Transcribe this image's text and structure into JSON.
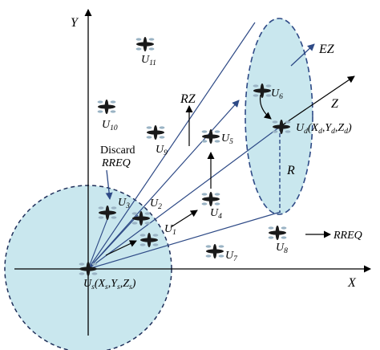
{
  "axes": {
    "x_label": "X",
    "y_label": "Y"
  },
  "source": {
    "name": "U",
    "sub": "s",
    "coords": "(X",
    "coord_subs": [
      "s",
      "s",
      "s"
    ]
  },
  "destination": {
    "name": "U",
    "sub": "d",
    "coord_subs": [
      "d",
      "d",
      "d"
    ]
  },
  "zones": {
    "expected_zone": "EZ",
    "request_zone": "RZ",
    "radius": "R",
    "z_axis": "Z"
  },
  "discard": {
    "line1": "Discard",
    "line2": "RREQ"
  },
  "rreq_arrow_label": "RREQ",
  "nodes": [
    {
      "name": "U",
      "sub": "1"
    },
    {
      "name": "U",
      "sub": "2"
    },
    {
      "name": "U",
      "sub": "3"
    },
    {
      "name": "U",
      "sub": "4"
    },
    {
      "name": "U",
      "sub": "5"
    },
    {
      "name": "U",
      "sub": "6"
    },
    {
      "name": "U",
      "sub": "7"
    },
    {
      "name": "U",
      "sub": "8"
    },
    {
      "name": "U",
      "sub": "9"
    },
    {
      "name": "U",
      "sub": "10"
    },
    {
      "name": "U",
      "sub": "11"
    }
  ],
  "colors": {
    "zone_fill": "#c9e7ee",
    "zone_stroke": "#2e4a86",
    "line": "#2e4a86",
    "arrow": "#000000"
  },
  "icons": [
    "uav-drone-icon"
  ]
}
